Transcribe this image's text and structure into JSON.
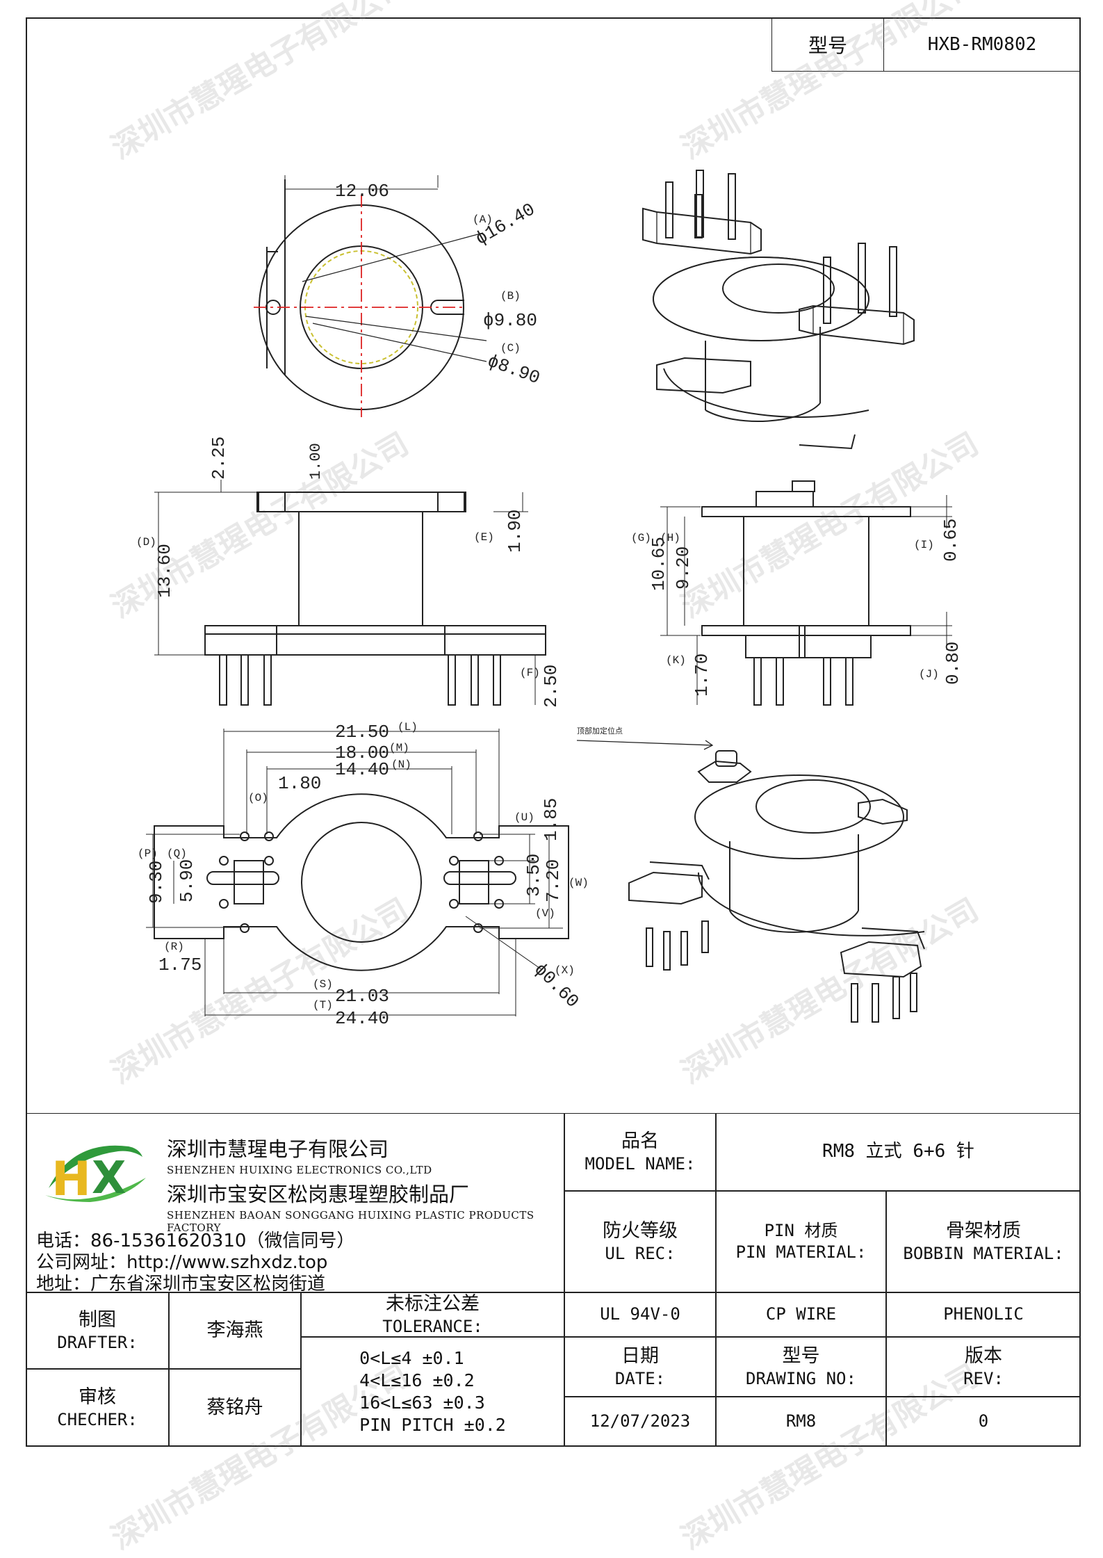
{
  "model_box": {
    "label": "型号",
    "value": "HXB-RM0802"
  },
  "drawing_notes": {
    "top_dims": [
      "12.06",
      "(A)",
      "ϕ16.40",
      "(B)",
      "ϕ9.80",
      "(C)",
      "ϕ8.90"
    ],
    "front_dims": [
      "2.25",
      "1.00",
      "(D)",
      "13.60",
      "(E)",
      "1.90",
      "(F)",
      "2.50"
    ],
    "side_dims": [
      "(G)",
      "10.65",
      "(H)",
      "9.20",
      "(I)",
      "0.65",
      "(K)",
      "1.70",
      "(J)",
      "0.80"
    ],
    "bottom_dims": [
      "21.50",
      "(L)",
      "18.00",
      "(M)",
      "14.40",
      "(N)",
      "(O)",
      "1.80",
      "(P)",
      "(Q)",
      "9.30",
      "5.90",
      "(R)",
      "1.75",
      "(S)",
      "21.03",
      "(T)",
      "24.40",
      "(U)",
      "1.85",
      "3.50",
      "7.20",
      "(W)",
      "(V)",
      "(X)",
      "ϕ0.60"
    ],
    "pointer_label": "顶部加定位点"
  },
  "watermark": "深圳市慧瑆电子有限公司",
  "company": {
    "logo_text": "HX",
    "name_cn": "深圳市慧瑆电子有限公司",
    "name_en": "SHENZHEN HUIXING ELECTRONICS CO.,LTD",
    "factory_cn": "深圳市宝安区松岗惠瑆塑胶制品厂",
    "factory_en": "SHENZHEN BAOAN SONGGANG HUIXING PLASTIC PRODUCTS FACTORY",
    "phone": "电话：86-15361620310（微信同号）",
    "website": "公司网址：http://www.szhxdz.top",
    "address": "地址：广东省深圳市宝安区松岗街道"
  },
  "title_block": {
    "model_name_cn": "品名",
    "model_name_en": "MODEL NAME:",
    "model_name_value": "RM8 立式 6+6 针",
    "fire_cn": "防火等级",
    "fire_en": "UL REC:",
    "pin_cn": "PIN 材质",
    "pin_en": "PIN MATERIAL:",
    "bobbin_cn": "骨架材质",
    "bobbin_en": "BOBBIN MATERIAL:",
    "fire_value": "UL 94V-0",
    "pin_value": "CP WIRE",
    "bobbin_value": "PHENOLIC",
    "drafter_cn": "制图",
    "drafter_en": "DRAFTER:",
    "drafter_name": "李海燕",
    "checker_cn": "审核",
    "checker_en": "CHECHER:",
    "checker_name": "蔡铭舟",
    "tolerance_cn": "未标注公差",
    "tolerance_en": "TOLERANCE:",
    "tolerances": [
      "0<L≤4  ±0.1",
      "4<L≤16 ±0.2",
      "16<L≤63 ±0.3",
      "PIN PITCH ±0.2"
    ],
    "date_cn": "日期",
    "date_en": "DATE:",
    "date_value": "12/07/2023",
    "drawing_no_cn": "型号",
    "drawing_no_en": "DRAWING NO:",
    "drawing_no_value": "RM8",
    "rev_cn": "版本",
    "rev_en": "REV:",
    "rev_value": "0"
  }
}
